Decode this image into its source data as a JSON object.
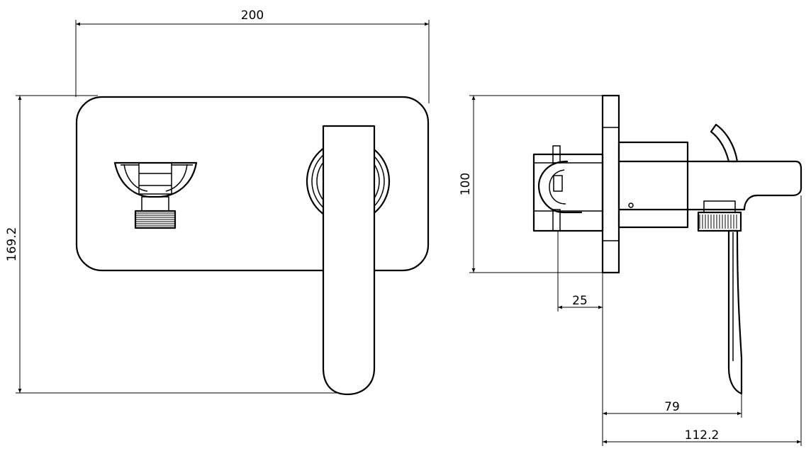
{
  "dimensions": {
    "front_width": "200",
    "front_height": "169.2",
    "side_plate_height": "100",
    "side_depth_25": "25",
    "side_depth_79": "79",
    "side_depth_112": "112.2"
  },
  "colors": {
    "line": "#000000",
    "background": "#ffffff"
  }
}
